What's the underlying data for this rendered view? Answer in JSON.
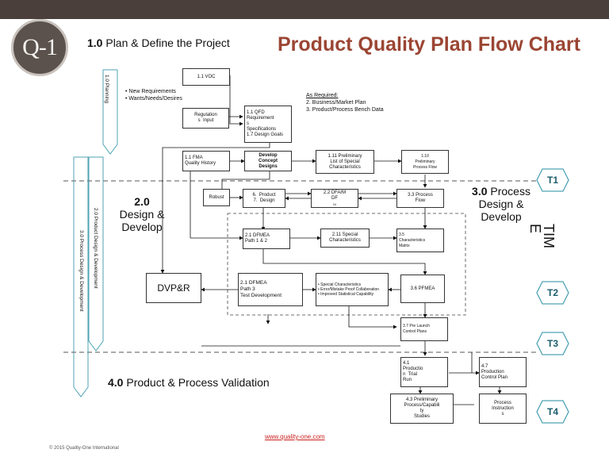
{
  "logo": "Q-1",
  "title": "Product Quality Plan Flow Chart",
  "phases": {
    "p1": {
      "num": "1.0",
      "text": "Plan &  Define the Project"
    },
    "p2": {
      "num": "2.0",
      "line1": "Design &",
      "line2": "Develop"
    },
    "p3": {
      "num": "3.0",
      "text1": "Process",
      "line2": "Design &",
      "line3": "Develop"
    },
    "p4": {
      "num": "4.0",
      "text": "Product &  Process Validation"
    }
  },
  "vertical_labels": {
    "planning": "1.0 Planning",
    "design": "2.0 Product Design & Development",
    "process": "3.0 Process Design & Development"
  },
  "time_label": "TIM\nE",
  "bullets_top": [
    "New Requirements",
    "Wants/Needs/Desires"
  ],
  "as_required": {
    "heading": "As Required:",
    "items": [
      "2.  Business/Market Plan",
      "3.  Product/Process Bench Data"
    ]
  },
  "boxes": {
    "voc": "1.1 VOC",
    "regulations": "Regulation\ns  Input",
    "qfd": "1.1 QFD\nRequirement\ns\nSpecifications\n1.7 Design Goals",
    "fma": "1.1 FMA\nQuality History",
    "concept": "Develop\nConcept\nDesigns",
    "prelim_list": "1.11 Preliminary\nList of Special\nCharacteristics",
    "prelim_flow": "1.10\nPreliminary\nProcess Flow",
    "robust": "Robust",
    "product_design": "6.  Product\n7.  Design",
    "dfam": "2.2 DFA/M\nDF",
    "process_flow": "3.3 Process\nFlow",
    "dfmea": "2.1 DFMEA\nPath 1 & 2",
    "special_char": "2.11 Special\nCharacteristics",
    "char_matrix": "3.5\nCharacteristics\nMatrix",
    "dvpr": "DVP&R",
    "dfmea_path3": "2.1 DFMEA\nPath 3\nTest Development",
    "pfmea": "3.6 PFMEA",
    "prelaunch": "3.7 Pre Launch\nControl Plans",
    "trial_run": "4.1\nProductio\nn  Trial\nRun",
    "prod_control": "4.7\nProduction\nControl Plan",
    "capability": "4.3 Preliminary\nProcess/Capabili\nty\nStudies",
    "process_instr": "Process\nInstruction\ns"
  },
  "dfam_sub": "M",
  "middle_bullets": [
    "Special Characteristics",
    "Error/Mistake Proof Collaboration",
    "Improved Statistical Capability"
  ],
  "tmarks": [
    "T1",
    "T2",
    "T3",
    "T4"
  ],
  "url": "www.quality-one.com",
  "copyright": "©  2015 Quality-One International",
  "colors": {
    "accent": "#9b4533",
    "topbar": "#4a3f3a",
    "timeline": "#4fa3b5",
    "tmark_text": "#1b5d6e"
  }
}
